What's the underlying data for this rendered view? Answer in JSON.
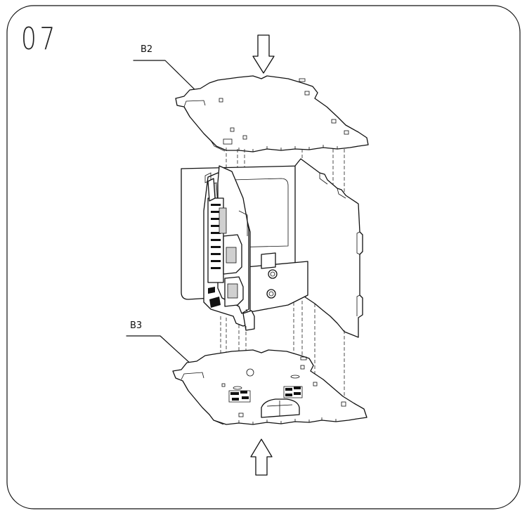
{
  "step": {
    "number": "07"
  },
  "labels": {
    "top_plate": "B2",
    "bottom_plate": "B3"
  },
  "icons": {
    "top_arrow": "arrow-down-icon",
    "bottom_arrow": "arrow-up-icon"
  }
}
